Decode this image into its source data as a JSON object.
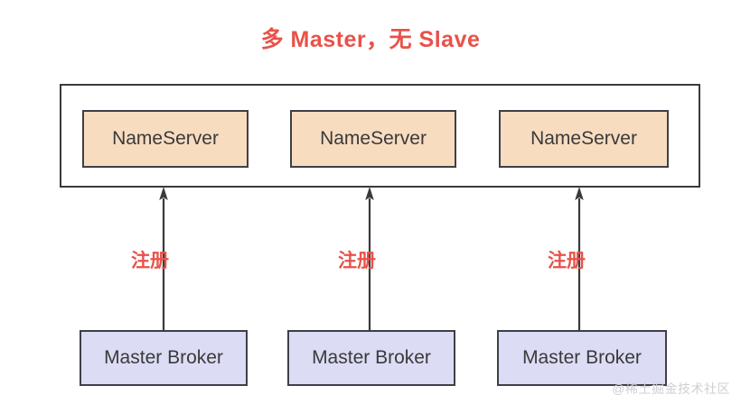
{
  "diagram": {
    "title": "多 Master，无 Slave",
    "title_color": "#e8524a",
    "background_color": "#ffffff",
    "nameserver_cluster": {
      "border_color": "#3a3a3a",
      "node_fill": "#f8dcc0",
      "nodes": [
        {
          "label": "NameServer"
        },
        {
          "label": "NameServer"
        },
        {
          "label": "NameServer"
        }
      ]
    },
    "brokers": {
      "node_fill": "#dcdcf5",
      "nodes": [
        {
          "label": "Master Broker"
        },
        {
          "label": "Master Broker"
        },
        {
          "label": "Master Broker"
        }
      ]
    },
    "connections": [
      {
        "label": "注册",
        "from": "Master Broker",
        "to": "NameServer",
        "direction": "up"
      },
      {
        "label": "注册",
        "from": "Master Broker",
        "to": "NameServer",
        "direction": "up"
      },
      {
        "label": "注册",
        "from": "Master Broker",
        "to": "NameServer",
        "direction": "up"
      }
    ],
    "watermark": "@稀土掘金技术社区"
  }
}
